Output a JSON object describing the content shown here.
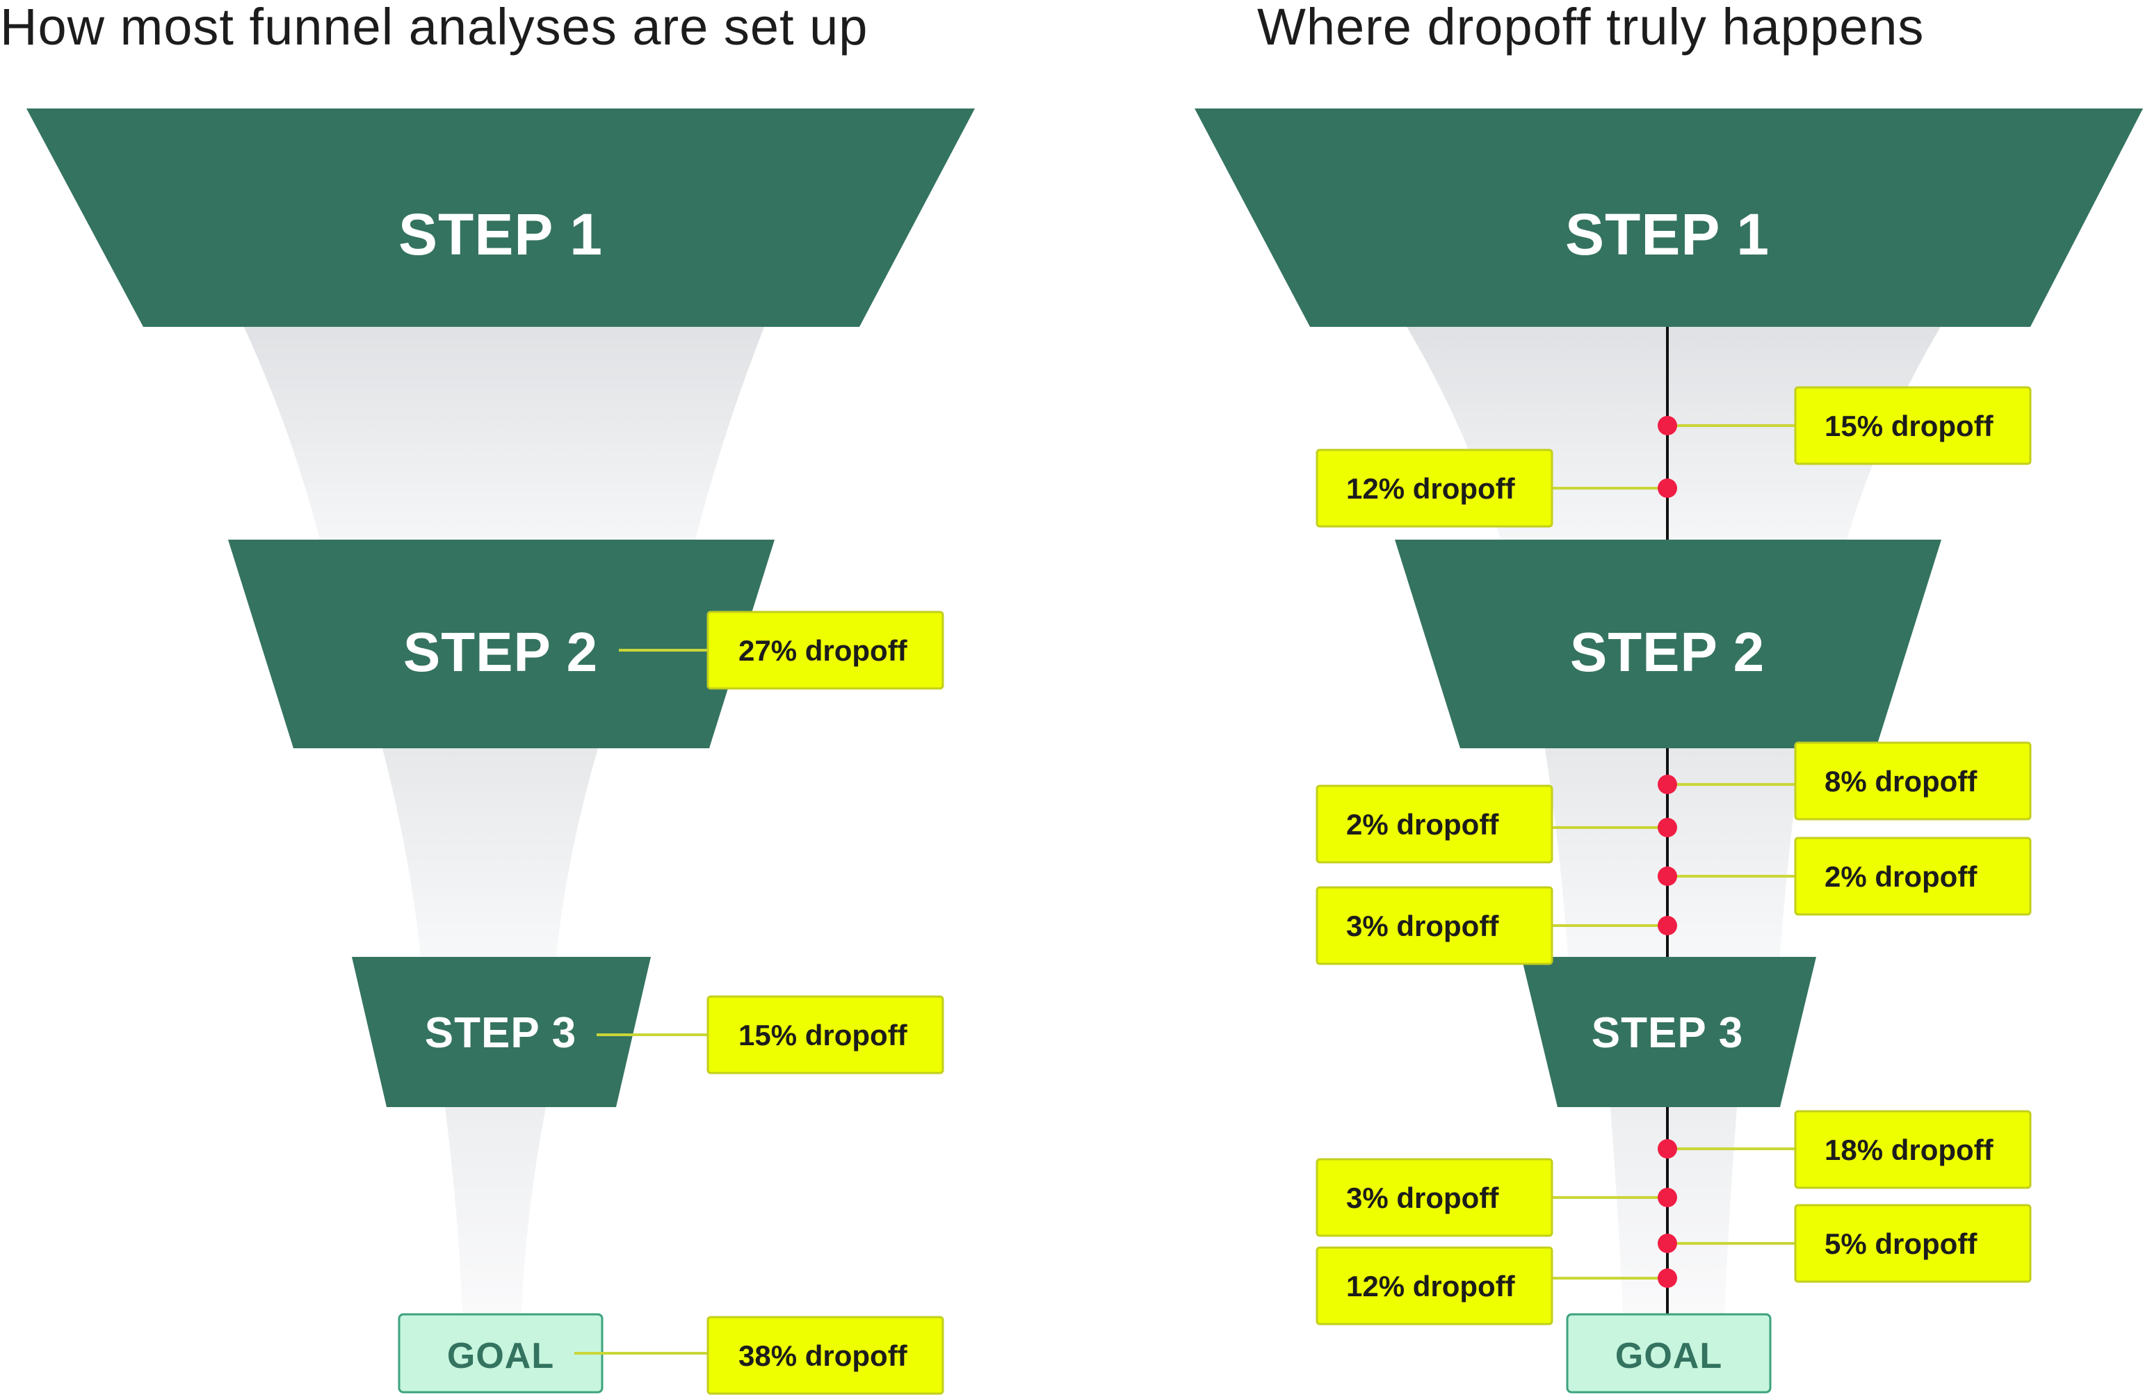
{
  "left_panel": {
    "title": "How most funnel analyses are set up",
    "step1": "STEP 1",
    "step2": "STEP 2",
    "step3": "STEP 3",
    "goal": "GOAL",
    "drop_step2": "27% dropoff",
    "drop_step3": "15% dropoff",
    "drop_goal": "38% dropoff"
  },
  "right_panel": {
    "title": "Where dropoff truly happens",
    "step1": "STEP 1",
    "step2": "STEP 2",
    "step3": "STEP 3",
    "goal": "GOAL",
    "drops": [
      "15% dropoff",
      "12% dropoff",
      "8% dropoff",
      "2% dropoff",
      "2% dropoff",
      "3% dropoff",
      "18% dropoff",
      "3% dropoff",
      "5% dropoff",
      "12% dropoff"
    ]
  },
  "colors": {
    "step_fill": "#347360",
    "goal_fill": "#c7f5de",
    "goal_border": "#3da37e",
    "label_fill": "#eeff00",
    "label_border": "#c2cf1c",
    "connector": "#c9d638",
    "dot": "#f01e44",
    "spine": "#111111"
  }
}
